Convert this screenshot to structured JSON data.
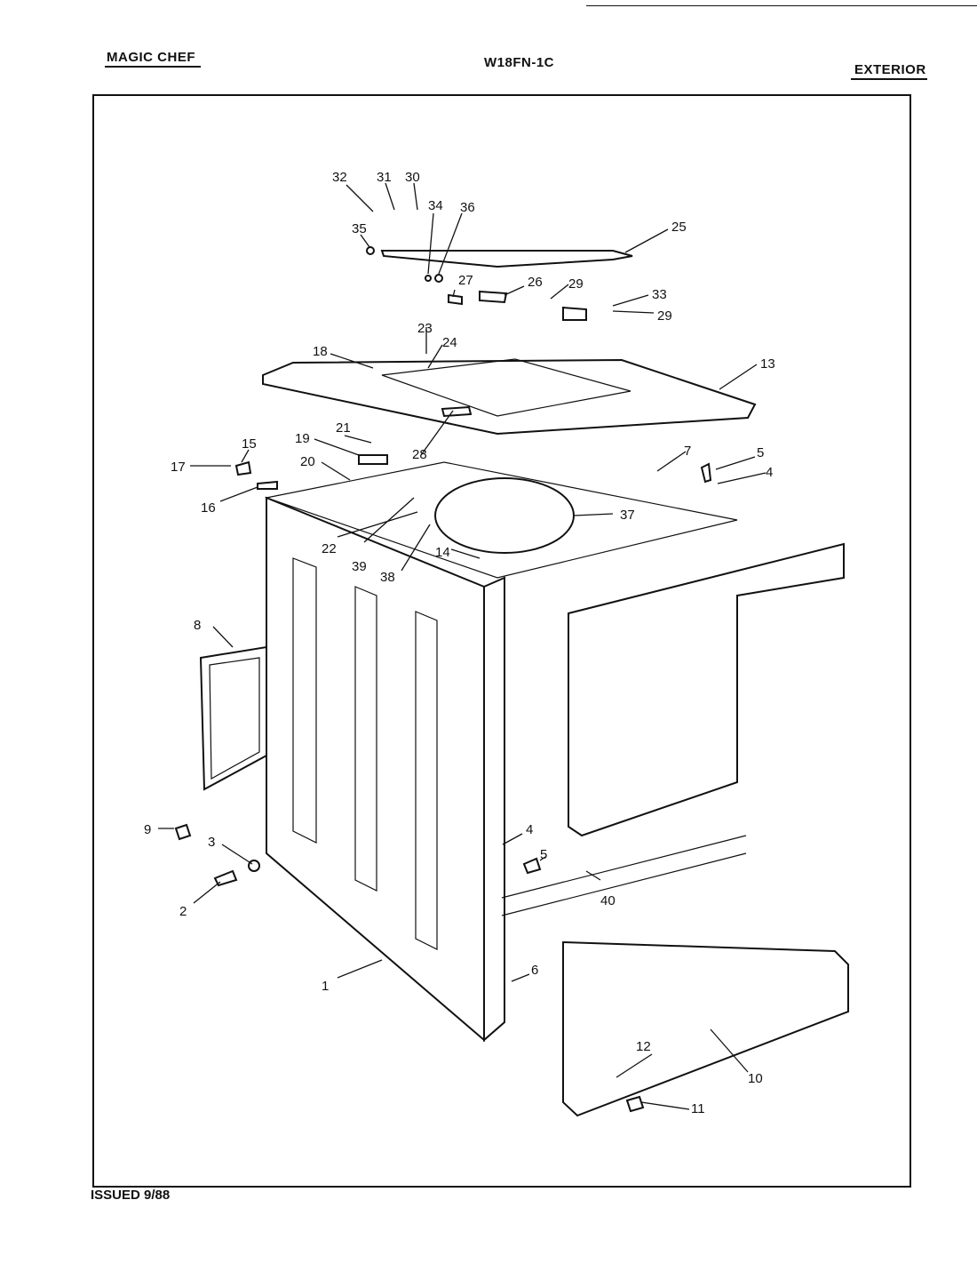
{
  "header": {
    "brand": "MAGIC CHEF",
    "model": "W18FN-1C",
    "section": "EXTERIOR"
  },
  "footer": {
    "issued": "ISSUED 9/88"
  },
  "callouts": [
    "32",
    "31",
    "30",
    "34",
    "36",
    "35",
    "25",
    "27",
    "26",
    "29",
    "33",
    "29",
    "23",
    "24",
    "18",
    "13",
    "21",
    "19",
    "15",
    "17",
    "20",
    "16",
    "28",
    "7",
    "5",
    "4",
    "37",
    "22",
    "39",
    "14",
    "38",
    "8",
    "9",
    "4",
    "5",
    "3",
    "2",
    "40",
    "1",
    "6",
    "12",
    "10",
    "11"
  ]
}
